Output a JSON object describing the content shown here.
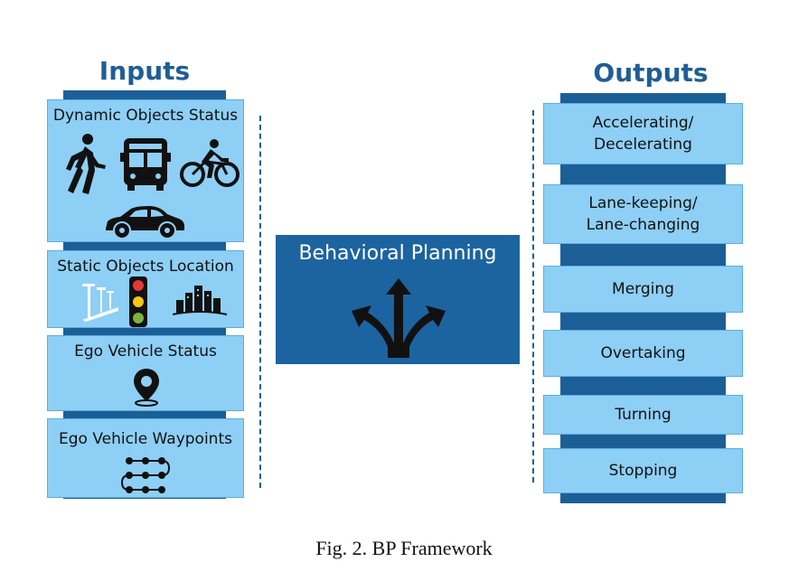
{
  "inputs": {
    "title": "Inputs",
    "items": [
      {
        "label": "Dynamic Objects Status",
        "icons": [
          "pedestrian-icon",
          "bus-icon",
          "cyclist-icon",
          "car-icon"
        ]
      },
      {
        "label": "Static Objects Location",
        "icons": [
          "street-lamp-icon",
          "traffic-light-icon",
          "city-buildings-icon"
        ]
      },
      {
        "label": "Ego Vehicle Status",
        "icons": [
          "location-pin-icon"
        ]
      },
      {
        "label": "Ego Vehicle Waypoints",
        "icons": [
          "waypoints-path-icon"
        ]
      }
    ]
  },
  "center": {
    "title": "Behavioral Planning",
    "icon": "split-arrows-icon"
  },
  "outputs": {
    "title": "Outputs",
    "items": [
      {
        "line1": "Accelerating/",
        "line2": "Decelerating"
      },
      {
        "line1": "Lane-keeping/",
        "line2": "Lane-changing"
      },
      {
        "line1": "Merging",
        "line2": ""
      },
      {
        "line1": "Overtaking",
        "line2": ""
      },
      {
        "line1": "Turning",
        "line2": ""
      },
      {
        "line1": "Stopping",
        "line2": ""
      }
    ]
  },
  "caption": "Fig. 2. BP Framework",
  "colors": {
    "dark_blue": "#1c5f96",
    "light_blue": "#8ecff5",
    "title_blue": "#1f5e96"
  }
}
